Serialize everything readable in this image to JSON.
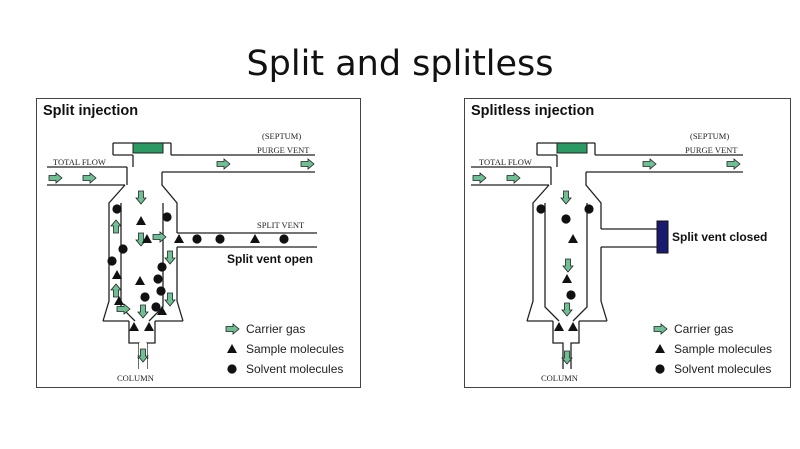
{
  "slide": {
    "title": "Split and splitless"
  },
  "colors": {
    "carrier_gas": "#6fbf94",
    "septum": "#2a9a62",
    "closed_valve": "#1a1a6e",
    "line": "#222222"
  },
  "split_panel": {
    "title": "Split injection",
    "septum_label": "(SEPTUM)",
    "total_flow_label": "TOTAL FLOW",
    "purge_vent_label": "PURGE VENT",
    "split_vent_label": "SPLIT VENT",
    "vent_state_label": "Split vent open",
    "column_label": "COLUMN"
  },
  "splitless_panel": {
    "title": "Splitless injection",
    "septum_label": "(SEPTUM)",
    "total_flow_label": "TOTAL FLOW",
    "purge_vent_label": "PURGE VENT",
    "vent_state_label": "Split vent closed",
    "column_label": "COLUMN"
  },
  "legend": {
    "carrier_gas": "Carrier gas",
    "sample_molecules": "Sample molecules",
    "solvent_molecules": "Solvent molecules"
  }
}
